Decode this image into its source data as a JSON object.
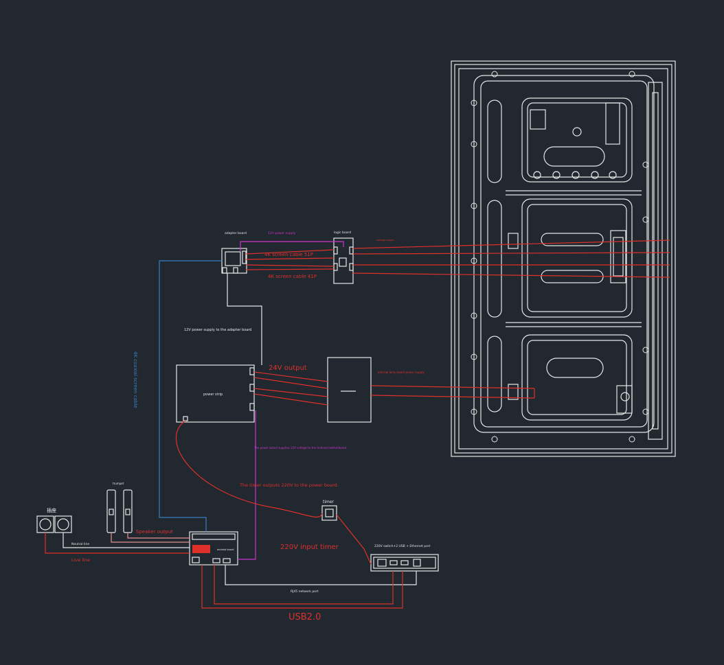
{
  "diagram": {
    "labels": {
      "adapter_board": "adapter board",
      "v12_power_supply": "12V power supply",
      "logic_board": "logic board",
      "voltage_note": "voltage output",
      "cable_51p": "4K screen cable 51P",
      "cable_41p": "4K screen cable 41P",
      "v12_adapter": "12V power supply to the adapter board",
      "coaxial": "4K coaxial screen cable",
      "v24_output": "24V output",
      "backlight_power": "Internal lamp board power supply",
      "power_strip": "power strip",
      "power_board_12v": "The power board supplies 12V voltage to the Android motherboard.",
      "timer_220v": "The timer outputs 220V to the power board.",
      "trumpet": "trumpet",
      "timer": "timer",
      "socket": "插座",
      "neutral_line": "Neutral line",
      "live_line": "Live line",
      "speaker_output": "Speaker output",
      "android_board": "android board",
      "input_timer_220v": "220V input timer",
      "switch_usb": "220V switch+2 USB + Ethernet port",
      "rj45": "RJ45 network port",
      "usb20": "USB2.0"
    },
    "colors": {
      "background": "#212830",
      "outline": "#e8e8e8",
      "power_line": "#e0302a",
      "signal_line": "#cc33cc",
      "coax_line": "#3a7fc0",
      "gray_line": "#b8b8b8"
    }
  }
}
